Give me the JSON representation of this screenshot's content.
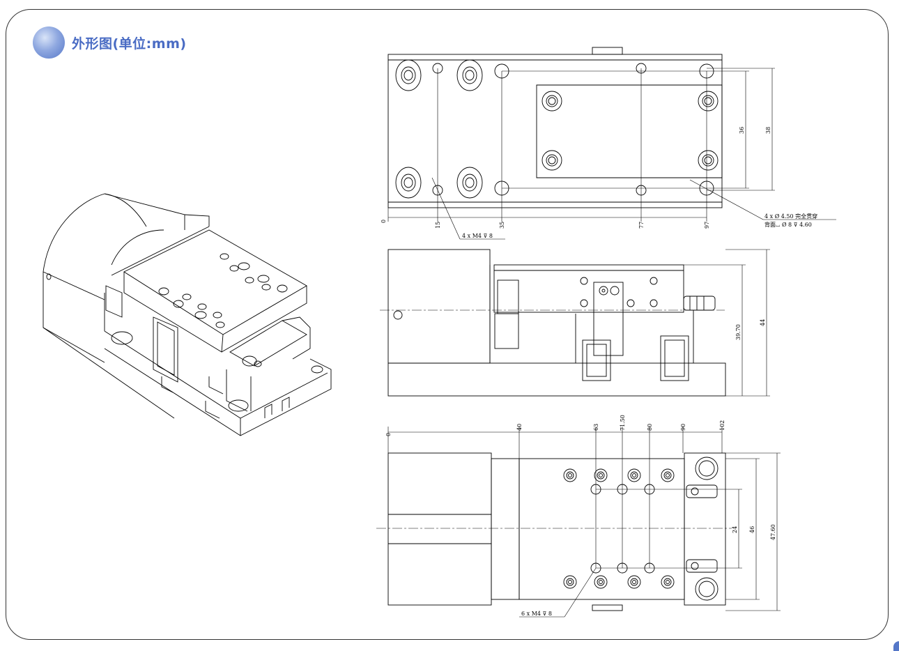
{
  "title": "外形图(单位:mm)",
  "top_view": {
    "x_dims": [
      "0",
      "15",
      "35",
      "77",
      "97"
    ],
    "y_dims": [
      "36",
      "38"
    ],
    "note_holes": "4 x M4 ⊽ 8",
    "note_thru_1": "4 x Ø 4.50 完全贯穿",
    "note_thru_2": "背面⌴ Ø 8 ⊽ 4.60"
  },
  "side_view": {
    "y_dims": [
      "39.70",
      "44"
    ]
  },
  "bottom_view": {
    "x_dims": [
      "0",
      "40",
      "63",
      "71.50",
      "80",
      "90",
      "102"
    ],
    "y_dims": [
      "24",
      "46",
      "47.60"
    ],
    "note_holes": "6 x M4 ⊽ 8"
  },
  "colors": {
    "accent": "#4a6cc4",
    "frame": "#333333"
  }
}
